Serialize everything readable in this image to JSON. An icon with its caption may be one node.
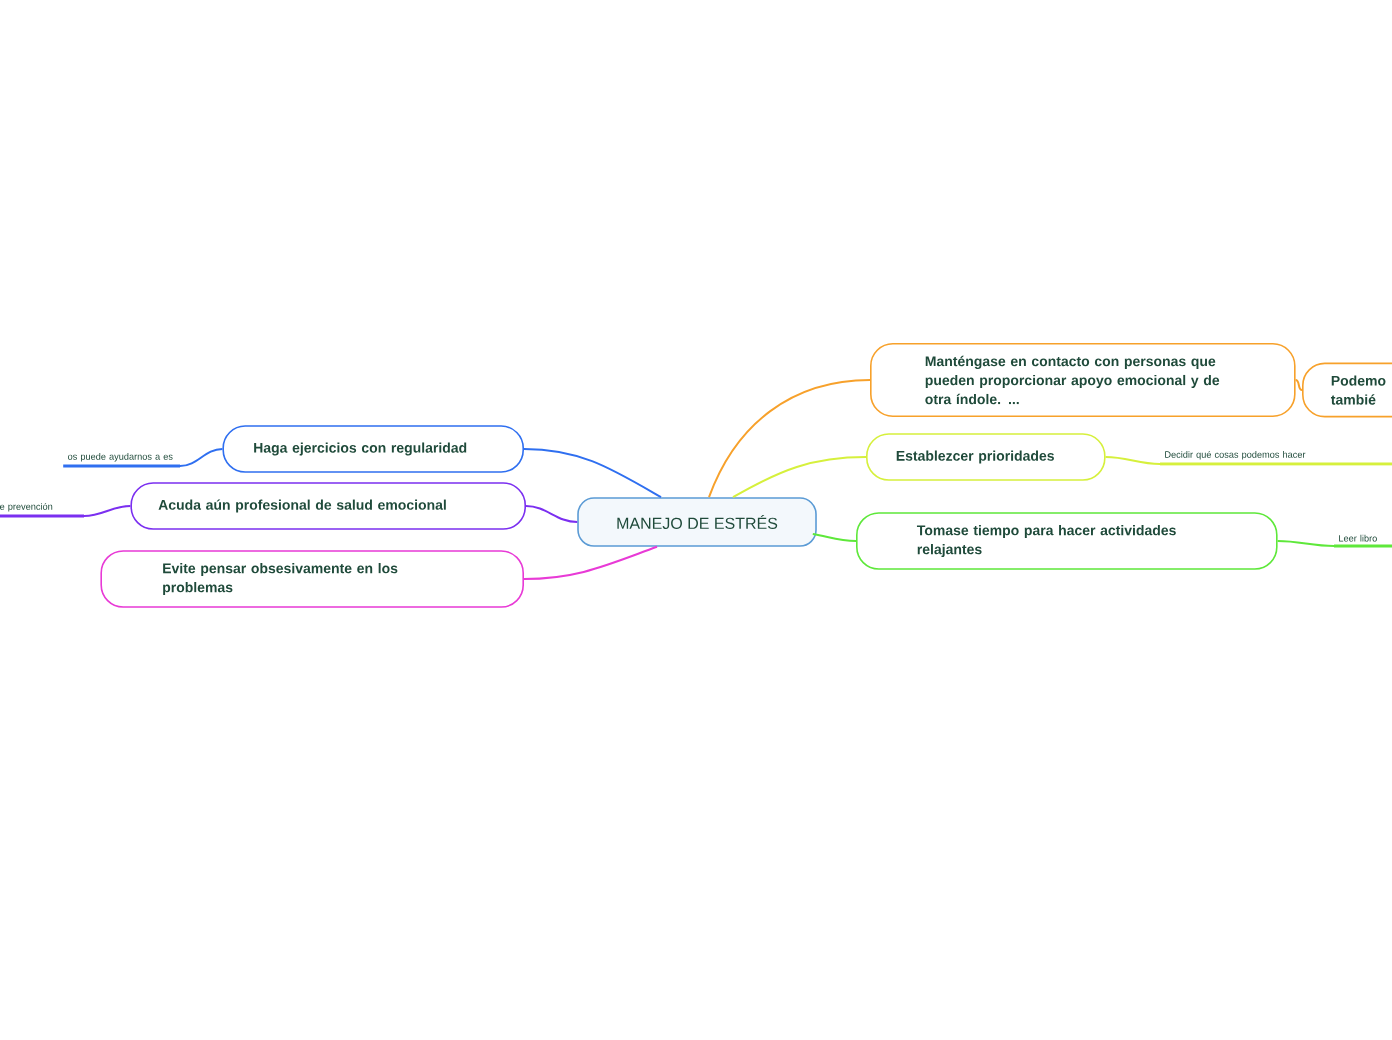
{
  "diagram": {
    "nodes": [
      {
        "text": [
          "MANEJO DE ESTRÉS"
        ]
      },
      {
        "text": [
          "Manténgase en contacto con personas que pueden proporcionar apoyo emocional y de otra índole. ..."
        ]
      },
      {
        "text": [
          "Podemo tambié"
        ]
      },
      {
        "text": [
          "Establezcer prioridades"
        ]
      },
      {
        "text": [
          "Decidir qué cosas podemos hacer"
        ]
      },
      {
        "text": [
          "Tomase tiempo para hacer actividades relajantes"
        ]
      },
      {
        "text": [
          "Leer libro"
        ]
      },
      {
        "text": [
          "Haga ejercicios con regularidad"
        ]
      },
      {
        "text": [
          "os puede ayudarnos a es"
        ]
      },
      {
        "text": [
          "Acuda aún profesional de salud emocional"
        ]
      },
      {
        "text": [
          "e prevención"
        ]
      },
      {
        "text": [
          "Evite pensar obsesivamente en los problemas"
        ]
      }
    ],
    "edges": [
      {
        "from": 0,
        "to": 1,
        "arrow": "none",
        "color": "#f7a12b"
      },
      {
        "from": 1,
        "to": 2,
        "arrow": "none",
        "color": "#f7a12b"
      },
      {
        "from": 0,
        "to": 3,
        "arrow": "none",
        "color": "#d6f03c"
      },
      {
        "from": 3,
        "to": 4,
        "arrow": "none",
        "color": "#d6f03c"
      },
      {
        "from": 0,
        "to": 5,
        "arrow": "none",
        "color": "#5ee83a"
      },
      {
        "from": 5,
        "to": 6,
        "arrow": "none",
        "color": "#5ee83a"
      },
      {
        "from": 0,
        "to": 7,
        "arrow": "none",
        "color": "#2f6ff0"
      },
      {
        "from": 7,
        "to": 8,
        "arrow": "none",
        "color": "#2f6ff0"
      },
      {
        "from": 0,
        "to": 9,
        "arrow": "none",
        "color": "#7b2ff0"
      },
      {
        "from": 9,
        "to": 10,
        "arrow": "none",
        "color": "#7b2ff0"
      },
      {
        "from": 0,
        "to": 11,
        "arrow": "none",
        "color": "#e83ad6"
      }
    ]
  }
}
